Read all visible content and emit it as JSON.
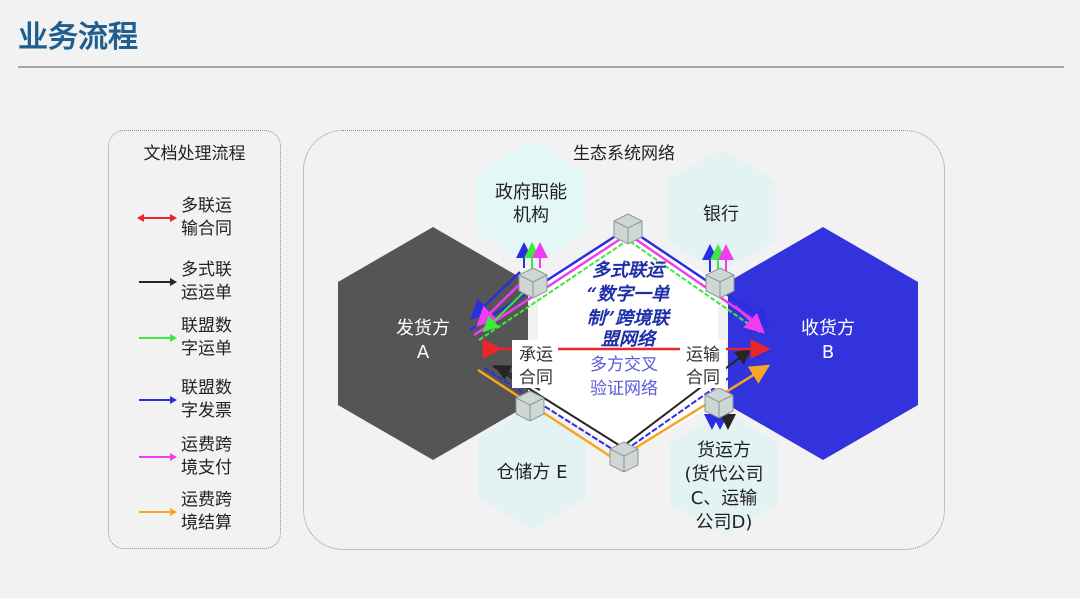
{
  "page": {
    "title": "业务流程"
  },
  "legend": {
    "title": "文档处理流程",
    "items": [
      {
        "line1": "多联运",
        "line2": "输合同",
        "color": "#e8262b",
        "style": "double"
      },
      {
        "line1": "多式联",
        "line2": "运运单",
        "color": "#262626",
        "style": "single"
      },
      {
        "line1": "联盟数",
        "line2": "字运单",
        "color": "#3ee83e",
        "style": "single"
      },
      {
        "line1": "联盟数",
        "line2": "字发票",
        "color": "#2a2ee0",
        "style": "single"
      },
      {
        "line1": "运费跨",
        "line2": "境支付",
        "color": "#f23cf0",
        "style": "single"
      },
      {
        "line1": "运费跨",
        "line2": "境结算",
        "color": "#f5a623",
        "style": "single"
      }
    ]
  },
  "ecosystem": {
    "title": "生态系统网络",
    "nodes": {
      "government": {
        "line1": "政府职能",
        "line2": "机构"
      },
      "bank": {
        "line1": "银行"
      },
      "shipper": {
        "line1": "发货方",
        "line2": "A"
      },
      "receiver": {
        "line1": "收货方",
        "line2": "B"
      },
      "warehouse": {
        "line1": "仓储方 E"
      },
      "carrier": {
        "line1": "货运方",
        "line2": "(货代公司",
        "line3": "C、运输",
        "line4": "公司D)"
      }
    },
    "center": {
      "main": [
        "多式联运",
        "“数字一单",
        "制”跨境联",
        "盟网络"
      ],
      "sub": [
        "多方交叉",
        "验证网络"
      ]
    },
    "contracts": {
      "left": {
        "line1": "承运",
        "line2": "合同"
      },
      "right": {
        "line1": "运输",
        "line2": "合同"
      }
    },
    "colors": {
      "shipper": "#555555",
      "receiver": "#3333dd",
      "light_hex": "#e3f2f2",
      "title": "#1f5f8f"
    }
  }
}
